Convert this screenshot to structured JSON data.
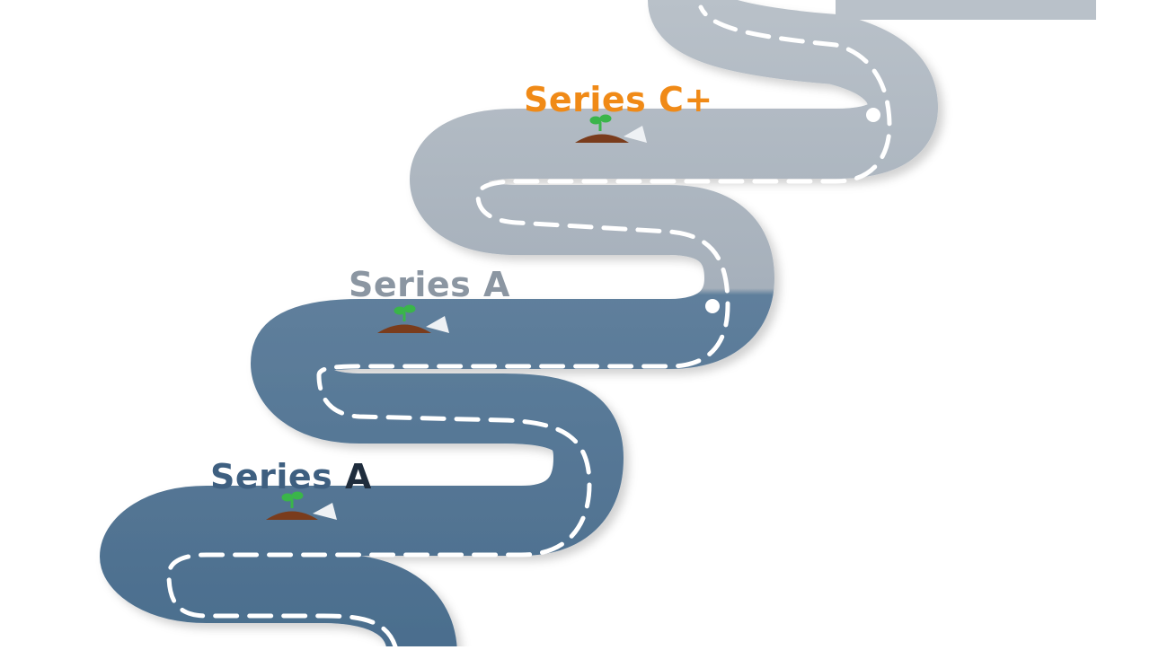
{
  "colors": {
    "road_dark": "#4d6f8f",
    "road_light": "#a7b1bc",
    "road_lightest": "#b8c0c8",
    "dashes": "#ffffff",
    "mound": "#7a3c1c",
    "sprout": "#3ab54a",
    "accent_orange": "#f08a17"
  },
  "milestones": [
    {
      "text_main": "Series ",
      "text_suffix": "A",
      "main_color": "#3e5f80",
      "suffix_color": "#1f2d3d"
    },
    {
      "text_main": "Series A",
      "text_suffix": "",
      "main_color": "#8b96a2",
      "suffix_color": "#8b96a2"
    },
    {
      "text_main": "Series C+",
      "text_suffix": "",
      "main_color": "#f08a17",
      "suffix_color": "#f08a17"
    }
  ],
  "icons": [
    "sprout-icon",
    "dirt-mound-icon",
    "road-marker-icon"
  ]
}
